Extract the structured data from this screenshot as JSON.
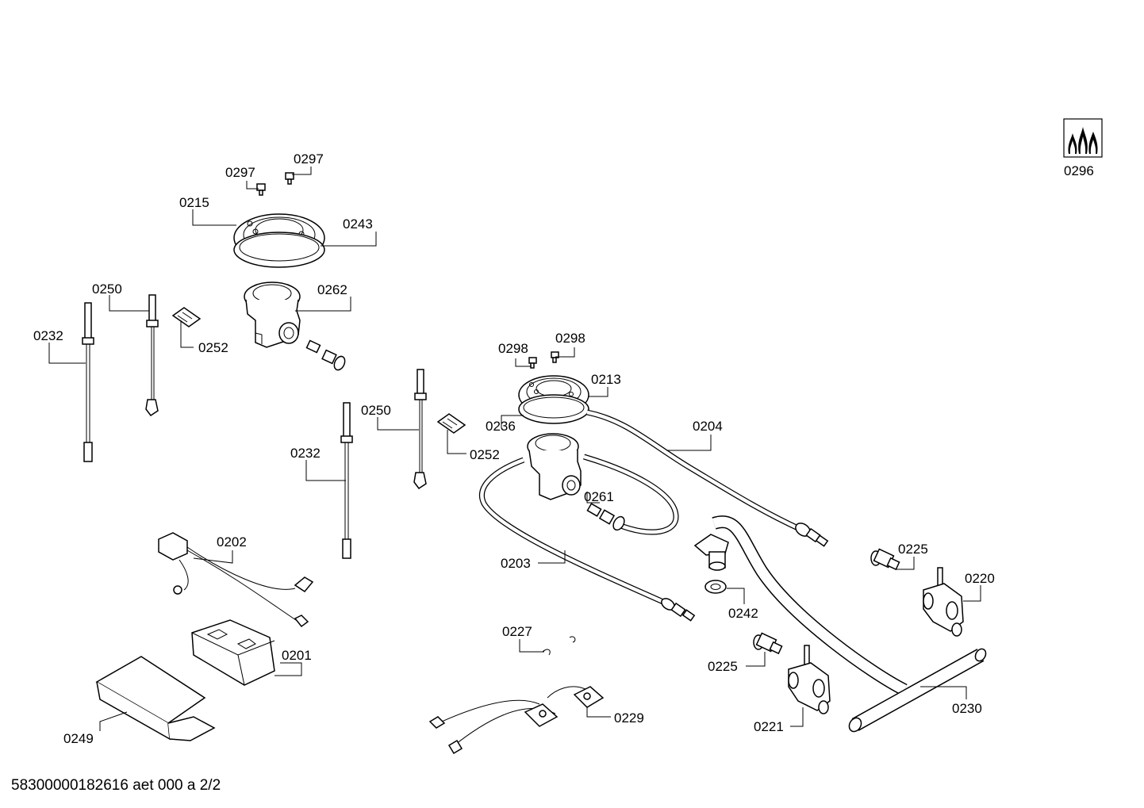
{
  "labels": {
    "l0297a": "0297",
    "l0297b": "0297",
    "l0215": "0215",
    "l0243": "0243",
    "l0250a": "0250",
    "l0262": "0262",
    "l0232a": "0232",
    "l0252a": "0252",
    "l0298a": "0298",
    "l0298b": "0298",
    "l0213": "0213",
    "l0250b": "0250",
    "l0236": "0236",
    "l0204": "0204",
    "l0232b": "0232",
    "l0252b": "0252",
    "l0261": "0261",
    "l0202": "0202",
    "l0203": "0203",
    "l0225a": "0225",
    "l0220": "0220",
    "l0242": "0242",
    "l0227": "0227",
    "l0201": "0201",
    "l0225b": "0225",
    "l0230": "0230",
    "l0229": "0229",
    "l0221": "0221",
    "l0249": "0249",
    "l0296": "0296"
  },
  "footer": "58300000182616 aet 000 a 2/2"
}
